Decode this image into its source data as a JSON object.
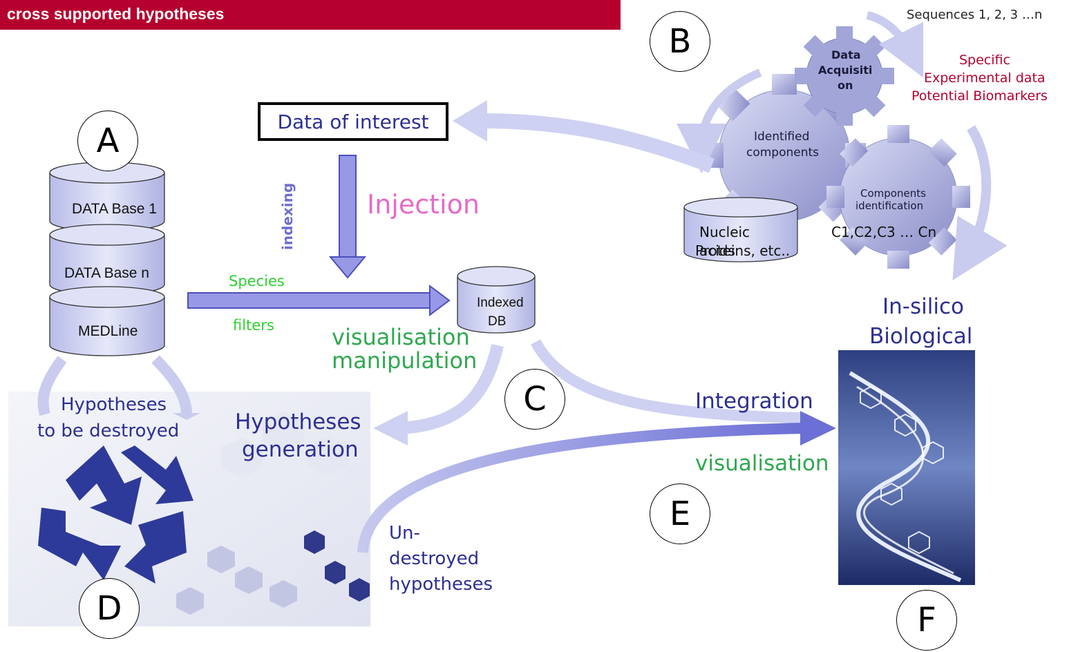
{
  "header": {
    "title": "cross supported hypotheses",
    "sequences": "Sequences 1, 2, 3 …n"
  },
  "labels": {
    "a": "A",
    "b": "B",
    "c": "C",
    "d": "D",
    "e": "E",
    "f": "F"
  },
  "databases": {
    "db1": "DATA Base 1",
    "dbn": "DATA Base n",
    "medline": "MEDLine",
    "indexed_line1": "Indexed",
    "indexed_line2": "DB",
    "nucleic_line1": "Nucleic",
    "nucleic_line2": "acids",
    "proteins": "Proteins, etc.."
  },
  "flow": {
    "data_of_interest": "Data of interest",
    "indexing": "indexing",
    "injection": "Injection",
    "species": "Species",
    "filters": "filters",
    "visualisation": "visualisation",
    "manipulation": "manipulation",
    "hypotheses_destroyed_1": "Hypotheses",
    "hypotheses_destroyed_2": "to be destroyed",
    "hypotheses_generation_1": "Hypotheses",
    "hypotheses_generation_2": "generation",
    "integration": "Integration",
    "visualisation_e": "visualisation",
    "undestroyed_1": "Un-",
    "undestroyed_2": "destroyed",
    "undestroyed_3": "hypotheses"
  },
  "gears": {
    "acquisition_1": "Data",
    "acquisition_2": "Acquisiti",
    "acquisition_3": "on",
    "identified_1": "Identified",
    "identified_2": "components",
    "components_1": "Components",
    "components_2": "identification",
    "cn": "C1,C2,C3 … Cn"
  },
  "specific": {
    "line1": "Specific",
    "line2": "Experimental data",
    "line3": "Potential Biomarkers"
  },
  "insilico": {
    "line1": "In-silico",
    "line2": "Biological"
  },
  "colors": {
    "title_bar": "#b5002e",
    "dark_blue": "#2d2f92",
    "green": "#2fa84f",
    "pink": "#e66ac8",
    "crimson": "#b5002e",
    "arrow_pale": "#c9cbef",
    "arrow_mid": "#7c7fd9"
  }
}
